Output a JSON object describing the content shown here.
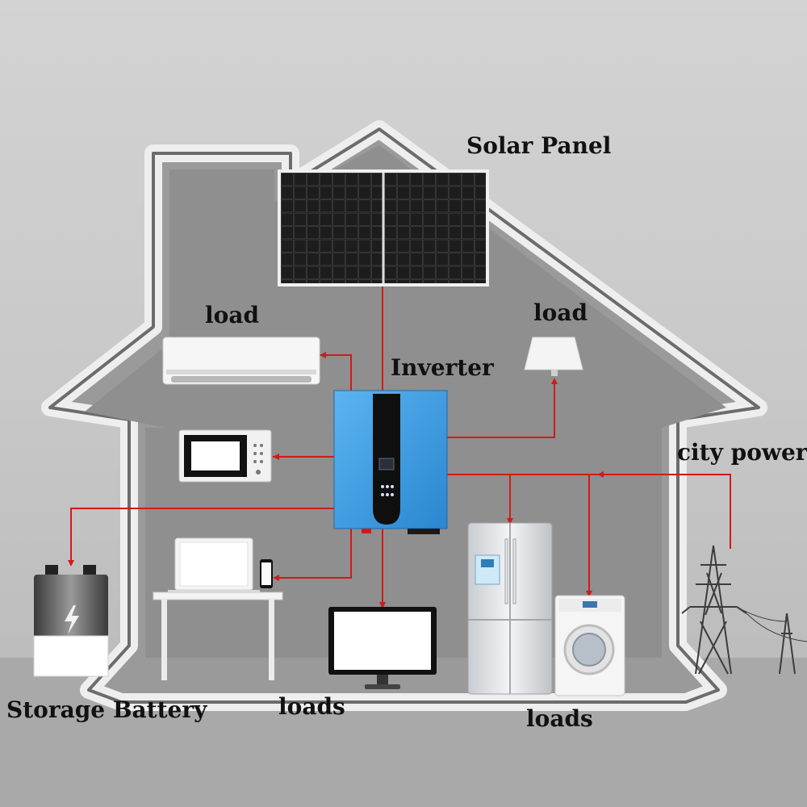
{
  "labels": {
    "solar_panel": "Solar Panel",
    "inverter": "Inverter",
    "load_left": "load",
    "load_right": "load",
    "city_power": "city power",
    "storage_battery": "Storage Battery",
    "loads_center": "loads",
    "loads_right": "loads"
  },
  "colors": {
    "wire": "#d11a1a",
    "inverter_body": "#3b9be0",
    "house_outline": "#f2f2f2",
    "house_interior": "#8e8e8e"
  },
  "icons": [
    "solar-panel-icon",
    "air-conditioner-icon",
    "ceiling-lamp-icon",
    "microwave-icon",
    "laptop-icon",
    "phone-icon",
    "desk-icon",
    "monitor-icon",
    "refrigerator-icon",
    "washing-machine-icon",
    "battery-icon",
    "power-tower-icon"
  ]
}
